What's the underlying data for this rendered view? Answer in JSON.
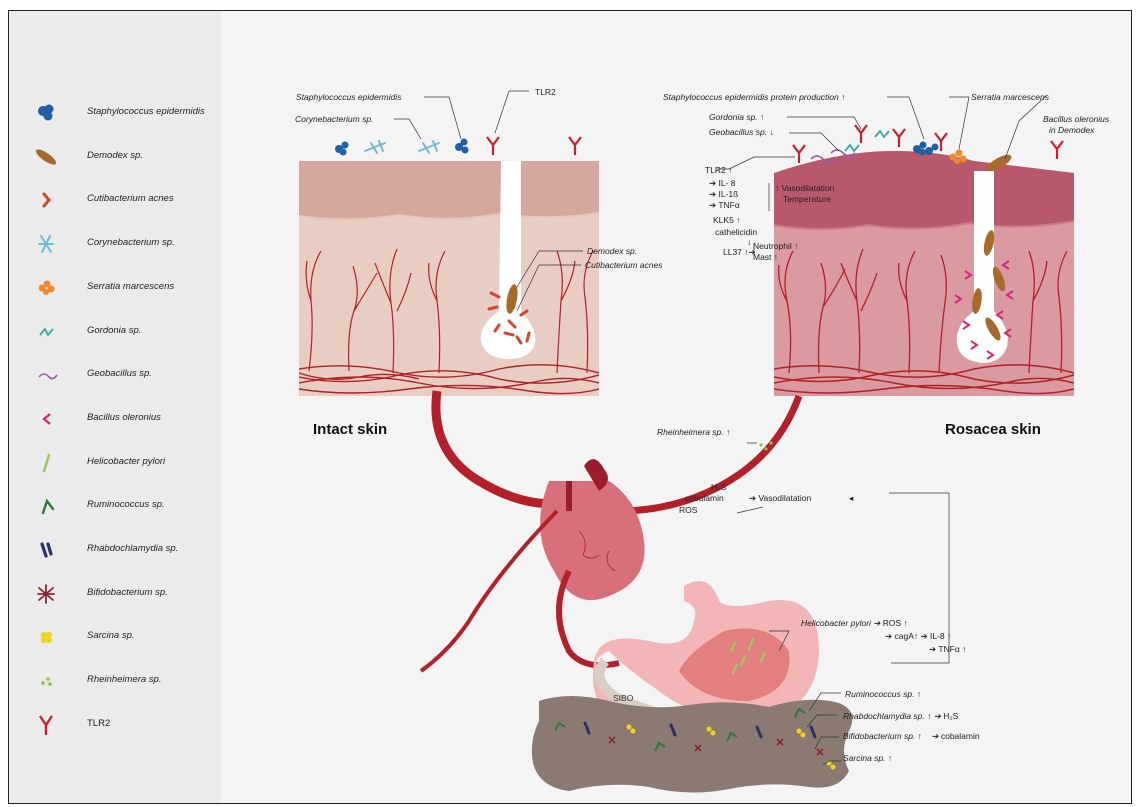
{
  "legend": [
    {
      "label": "Staphylococcus epidermidis",
      "icon": "staphylococcus-icon",
      "italic": true
    },
    {
      "label": "Demodex sp.",
      "icon": "demodex-icon",
      "italic": true
    },
    {
      "label": "Cutibacterium acnes",
      "icon": "cutibacterium-icon",
      "italic": true
    },
    {
      "label": "Corynebacterium sp.",
      "icon": "corynebacterium-icon",
      "italic": true
    },
    {
      "label": "Serratia marcescens",
      "icon": "serratia-icon",
      "italic": true
    },
    {
      "label": "Gordonia sp.",
      "icon": "gordonia-icon",
      "italic": true
    },
    {
      "label": "Geobacillus sp.",
      "icon": "geobacillus-icon",
      "italic": true
    },
    {
      "label": "Bacillus oleronius",
      "icon": "bacillus-icon",
      "italic": true
    },
    {
      "label": "Helicobacter pylori",
      "icon": "helicobacter-icon",
      "italic": true
    },
    {
      "label": "Ruminococcus sp.",
      "icon": "ruminococcus-icon",
      "italic": true
    },
    {
      "label": "Rhabdochlamydia sp.",
      "icon": "rhabdochlamydia-icon",
      "italic": true
    },
    {
      "label": "Bifidobacterium sp.",
      "icon": "bifidobacterium-icon",
      "italic": true
    },
    {
      "label": "Sarcina sp.",
      "icon": "sarcina-icon",
      "italic": true
    },
    {
      "label": "Rheinheimera sp.",
      "icon": "rheinheimera-icon",
      "italic": true
    },
    {
      "label": "TLR2",
      "icon": "tlr2-icon",
      "italic": false
    }
  ],
  "colors": {
    "staphylococcus": "#1f5fa8",
    "demodex": "#a86a2c",
    "cutibacterium": "#d9452e",
    "corynebacterium": "#6fbcd6",
    "serratia": "#ef8a33",
    "gordonia": "#3aa6a0",
    "geobacillus": "#9a5aa8",
    "bacillus": "#d6297c",
    "helicobacter": "#9ccc5a",
    "ruminococcus": "#2f7a3a",
    "rhabdochlamydia": "#2a2f6b",
    "bifidobacterium": "#8e2430",
    "sarcina": "#f2d21a",
    "rheinheimera": "#8fc43a",
    "tlr2": "#c8202c",
    "vessel": "#b3202a",
    "skin_top": "#d4a39c",
    "skin_dermis": "#e6c8bd",
    "rosacea_top": "#b8596b",
    "rosacea_dermis": "#d99aa0",
    "heart": "#d8707c",
    "stomach": "#f2b6b6",
    "colon": "#8a7a70"
  },
  "intact": {
    "title": "Intact skin",
    "staph": "Staphylococcus epidermidis",
    "tlr2": "TLR2",
    "coryne": "Corynebacterium sp.",
    "demodex": "Demodex sp.",
    "cuti": "Cutibacterium acnes"
  },
  "rosacea": {
    "title": "Rosacea skin",
    "staph_prod": "Staphylococcus epidermidis protein production",
    "serratia": "Serratia marcescens",
    "gordonia": "Gordonia sp.",
    "geobacillus": "Geobacillus sp.",
    "bacillus_1": "Bacillus oleronius",
    "bacillus_2": "in Demodex",
    "tlr2": "TLR2",
    "il8": "IL- 8",
    "il1b": "IL-1ß",
    "tnfa": "TNFα",
    "vasodilatation": "Vasodilatation",
    "temperature": "Temperature",
    "klk5": "KLK5",
    "cathelicidin": "cathelicidin",
    "ll37": "LL37",
    "neutrophil": "Neutrophil",
    "mast": "Mast"
  },
  "systemic": {
    "rheinheimera": "Rheinheimera sp.",
    "h2s": "H₂S",
    "cobalamin": "cobalamin",
    "ros": "ROS",
    "vasodilatation": "Vasodilatation",
    "hpylori": "Helicobacter pylori",
    "ros2": "ROS",
    "caga": "cagA",
    "il8": "IL-8",
    "tnfa": "TNFα",
    "sibo": "SIBO",
    "rumino": "Ruminococcus sp.",
    "rhabdo": "Rhabdochlamydia sp.",
    "h2s_2": "H₂S",
    "bifido": "Bifidobacterium sp.",
    "cobalamin_2": "cobalamin",
    "sarcina": "Sarcina sp."
  }
}
